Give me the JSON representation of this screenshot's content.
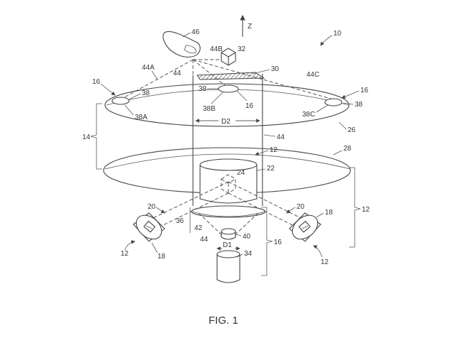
{
  "figure": {
    "caption": "FIG. 1",
    "axis_label": "Z",
    "labels": {
      "ref_10": "10",
      "ref_46": "46",
      "ref_44B": "44B",
      "ref_32": "32",
      "ref_44A": "44A",
      "ref_44_top": "44",
      "ref_30": "30",
      "ref_44C": "44C",
      "ref_16_left": "16",
      "ref_38_left": "38",
      "ref_38_center": "38",
      "ref_16_right": "16",
      "ref_38_right": "38",
      "ref_38A": "38A",
      "ref_38B": "38B",
      "ref_16_center": "16",
      "ref_38C": "38C",
      "ref_D2": "D2",
      "ref_26": "26",
      "ref_14": "14",
      "ref_44_mid": "44",
      "ref_12_top": "12",
      "ref_28": "28",
      "ref_24": "24",
      "ref_22": "22",
      "ref_20_left": "20",
      "ref_20_right": "20",
      "ref_18_right_top": "18",
      "ref_12_right": "12",
      "ref_36": "36",
      "ref_42": "42",
      "ref_40": "40",
      "ref_44_low": "44",
      "ref_D1": "D1",
      "ref_16_low": "16",
      "ref_34": "34",
      "ref_12_left": "12",
      "ref_18_left": "18",
      "ref_12_bottom_right": "12"
    }
  }
}
